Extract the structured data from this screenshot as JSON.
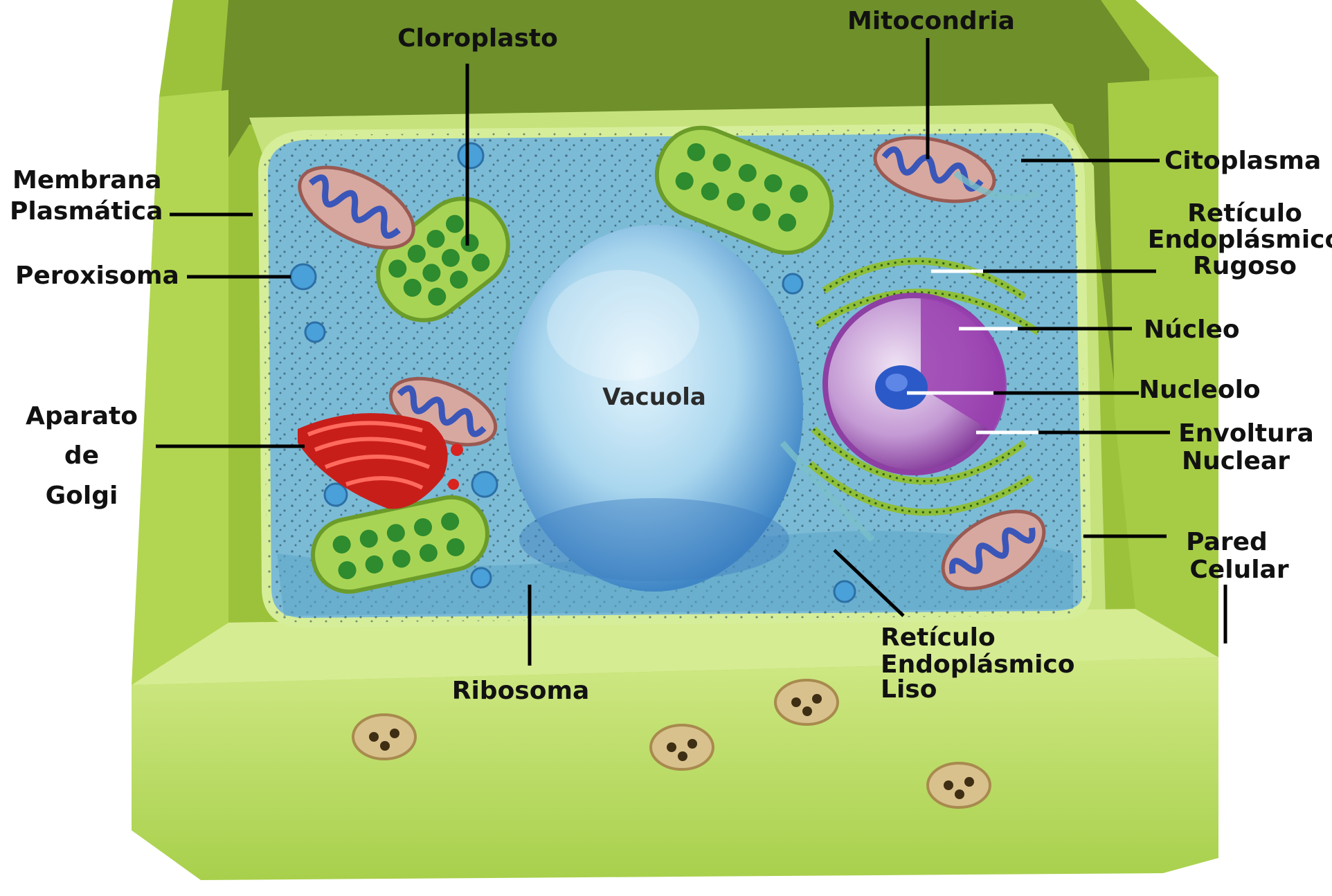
{
  "labels": {
    "cloroplasto": "Cloroplasto",
    "mitocondria": "Mitocondria",
    "membrana_plasmatica": [
      "Membrana",
      "Plasmática"
    ],
    "peroxisoma": "Peroxisoma",
    "aparato_de_golgi": [
      "Aparato",
      "de",
      "Golgi"
    ],
    "vacuola": "Vacuola",
    "citoplasma": "Citoplasma",
    "reticulo_rugoso": [
      "Retículo",
      "Endoplásmico",
      "Rugoso"
    ],
    "nucleo": "Núcleo",
    "nucleolo": "Nucleolo",
    "envoltura_nuclear": [
      "Envoltura",
      "Nuclear"
    ],
    "pared_celular": [
      "Pared",
      "Celular"
    ],
    "reticulo_liso": [
      "Retículo",
      "Endoplásmico",
      "Liso"
    ],
    "ribosoma": "Ribosoma"
  },
  "colors": {
    "cell_wall": "#b9dc5a",
    "cell_wall_dark": "#7fa832",
    "cytoplasm": "#8fc7dd",
    "vacuole": "#a9d6ee",
    "chloroplast": "#9ccc4a",
    "golgi": "#d8231f",
    "nucleus": "#a04fb0",
    "nucleolus": "#2b59c7"
  }
}
